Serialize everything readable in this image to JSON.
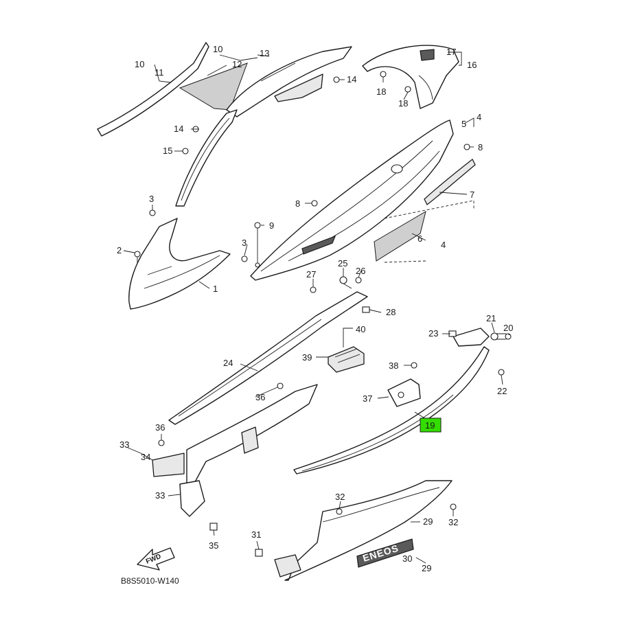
{
  "diagram": {
    "code": "B8S5010-W140",
    "fwd_label": "FWD",
    "highlight_color": "#33dd00",
    "highlighted_part": "19",
    "emblem_text": "ENEOS",
    "callouts": {
      "c1": "1",
      "c2": "2",
      "c3a": "3",
      "c3b": "3",
      "c4a": "4",
      "c4b": "4",
      "c5": "5",
      "c6": "6",
      "c7": "7",
      "c8a": "8",
      "c8b": "8",
      "c9": "9",
      "c10a": "10",
      "c10b": "10",
      "c11": "11",
      "c12": "12",
      "c13": "13",
      "c14a": "14",
      "c14b": "14",
      "c15": "15",
      "c16": "16",
      "c17": "17",
      "c18a": "18",
      "c18b": "18",
      "c19": "19",
      "c20": "20",
      "c21": "21",
      "c22": "22",
      "c23": "23",
      "c24": "24",
      "c25": "25",
      "c26": "26",
      "c27": "27",
      "c28": "28",
      "c29a": "29",
      "c29b": "29",
      "c30": "30",
      "c31": "31",
      "c32a": "32",
      "c32b": "32",
      "c33a": "33",
      "c33b": "33",
      "c34": "34",
      "c35": "35",
      "c36a": "36",
      "c36b": "36",
      "c37": "37",
      "c38": "38",
      "c39": "39",
      "c40": "40"
    }
  }
}
